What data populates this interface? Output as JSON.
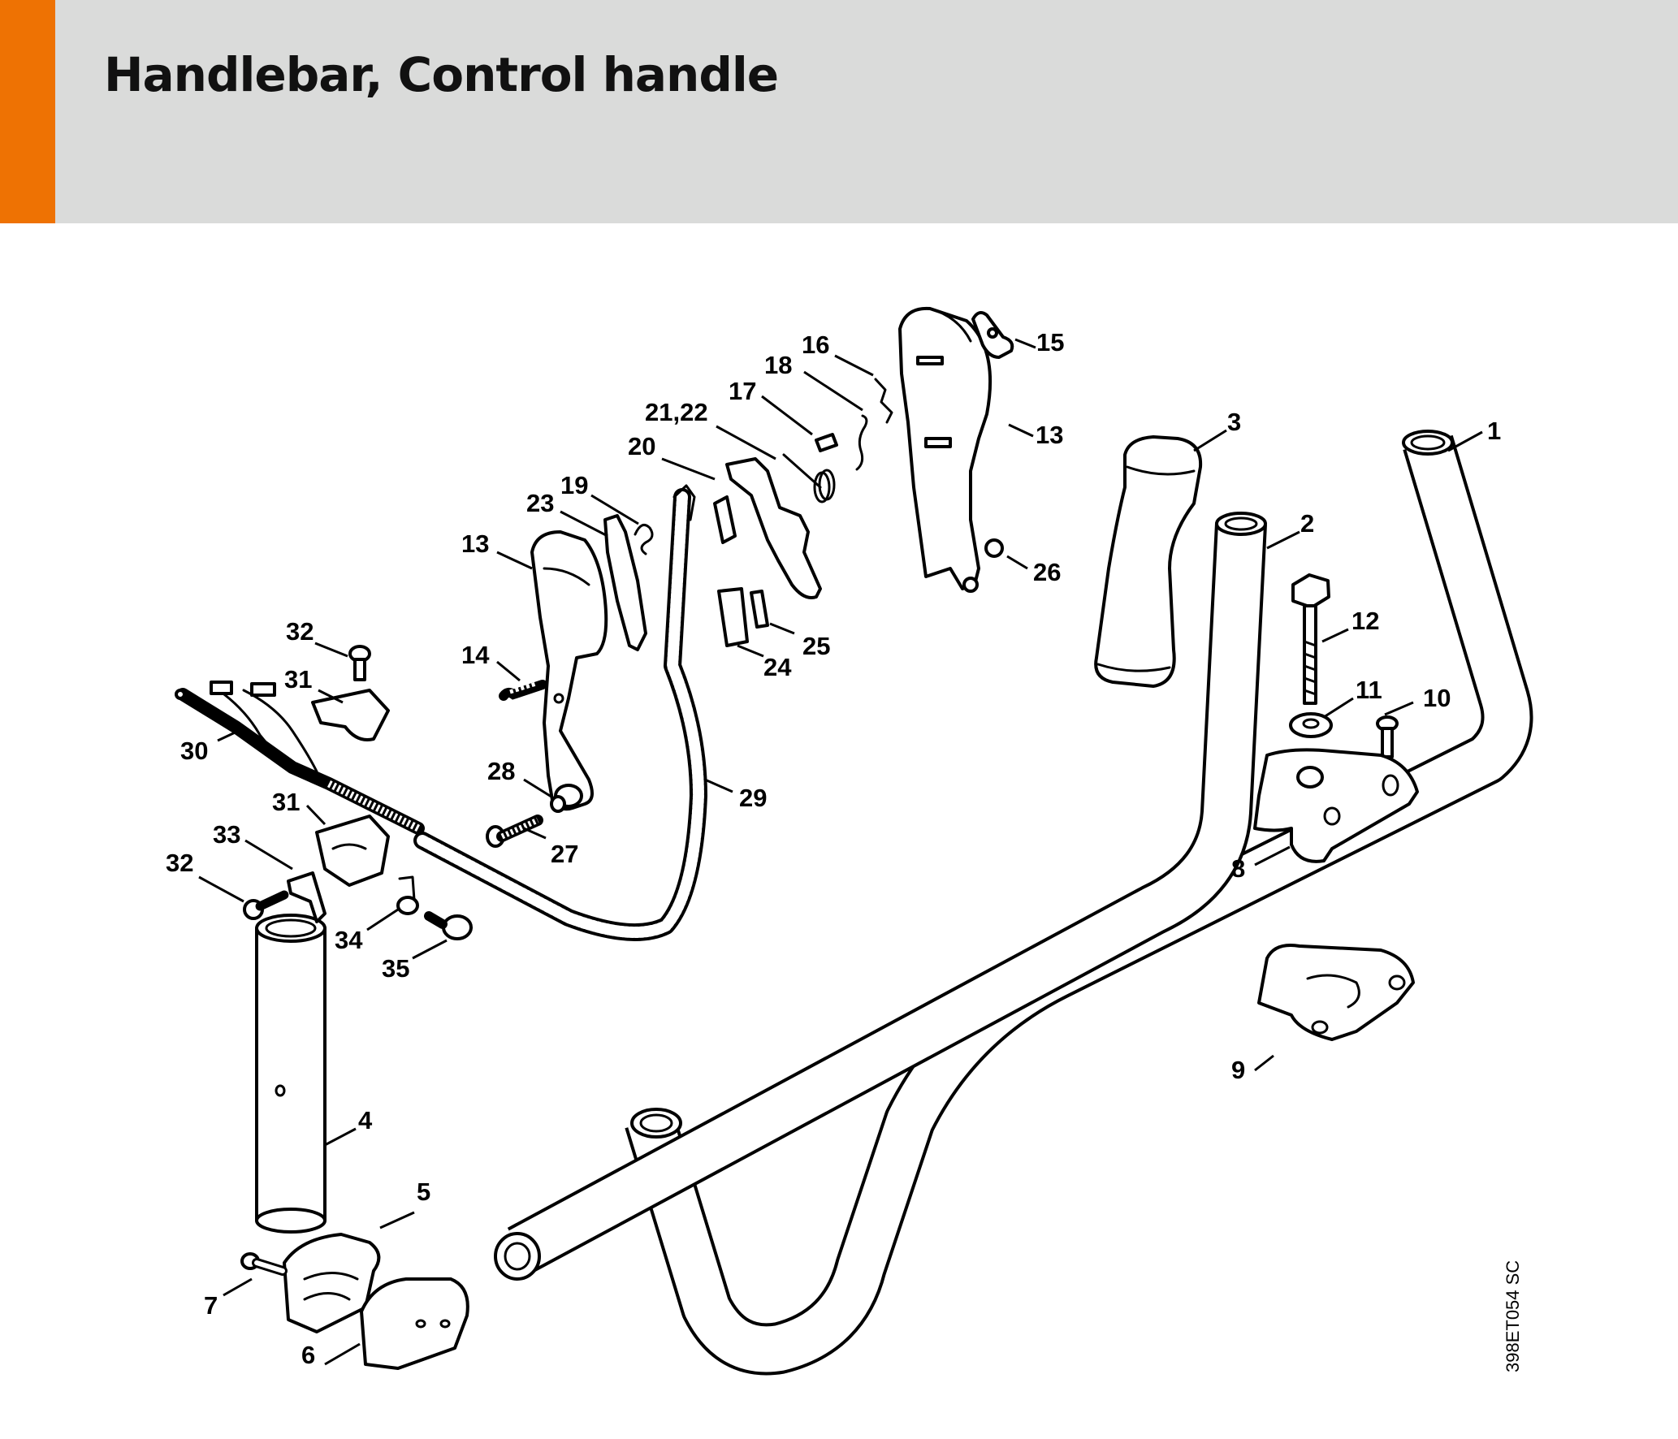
{
  "title": "Handlebar, Control handle",
  "colors": {
    "header_bg": "#dadbda",
    "accent": "#ee7203"
  },
  "diagram_code": "398ET054 SC",
  "labels": {
    "l1": "1",
    "l2": "2",
    "l3": "3",
    "l4": "4",
    "l5": "5",
    "l6": "6",
    "l7": "7",
    "l8": "8",
    "l9": "9",
    "l10": "10",
    "l11": "11",
    "l12": "12",
    "l13a": "13",
    "l13b": "13",
    "l14": "14",
    "l15": "15",
    "l16": "16",
    "l17": "17",
    "l18": "18",
    "l19": "19",
    "l20": "20",
    "l2122": "21,22",
    "l23": "23",
    "l24": "24",
    "l25": "25",
    "l26": "26",
    "l27": "27",
    "l28": "28",
    "l29": "29",
    "l30": "30",
    "l31a": "31",
    "l31b": "31",
    "l32a": "32",
    "l32b": "32",
    "l33": "33",
    "l34": "34",
    "l35": "35"
  }
}
